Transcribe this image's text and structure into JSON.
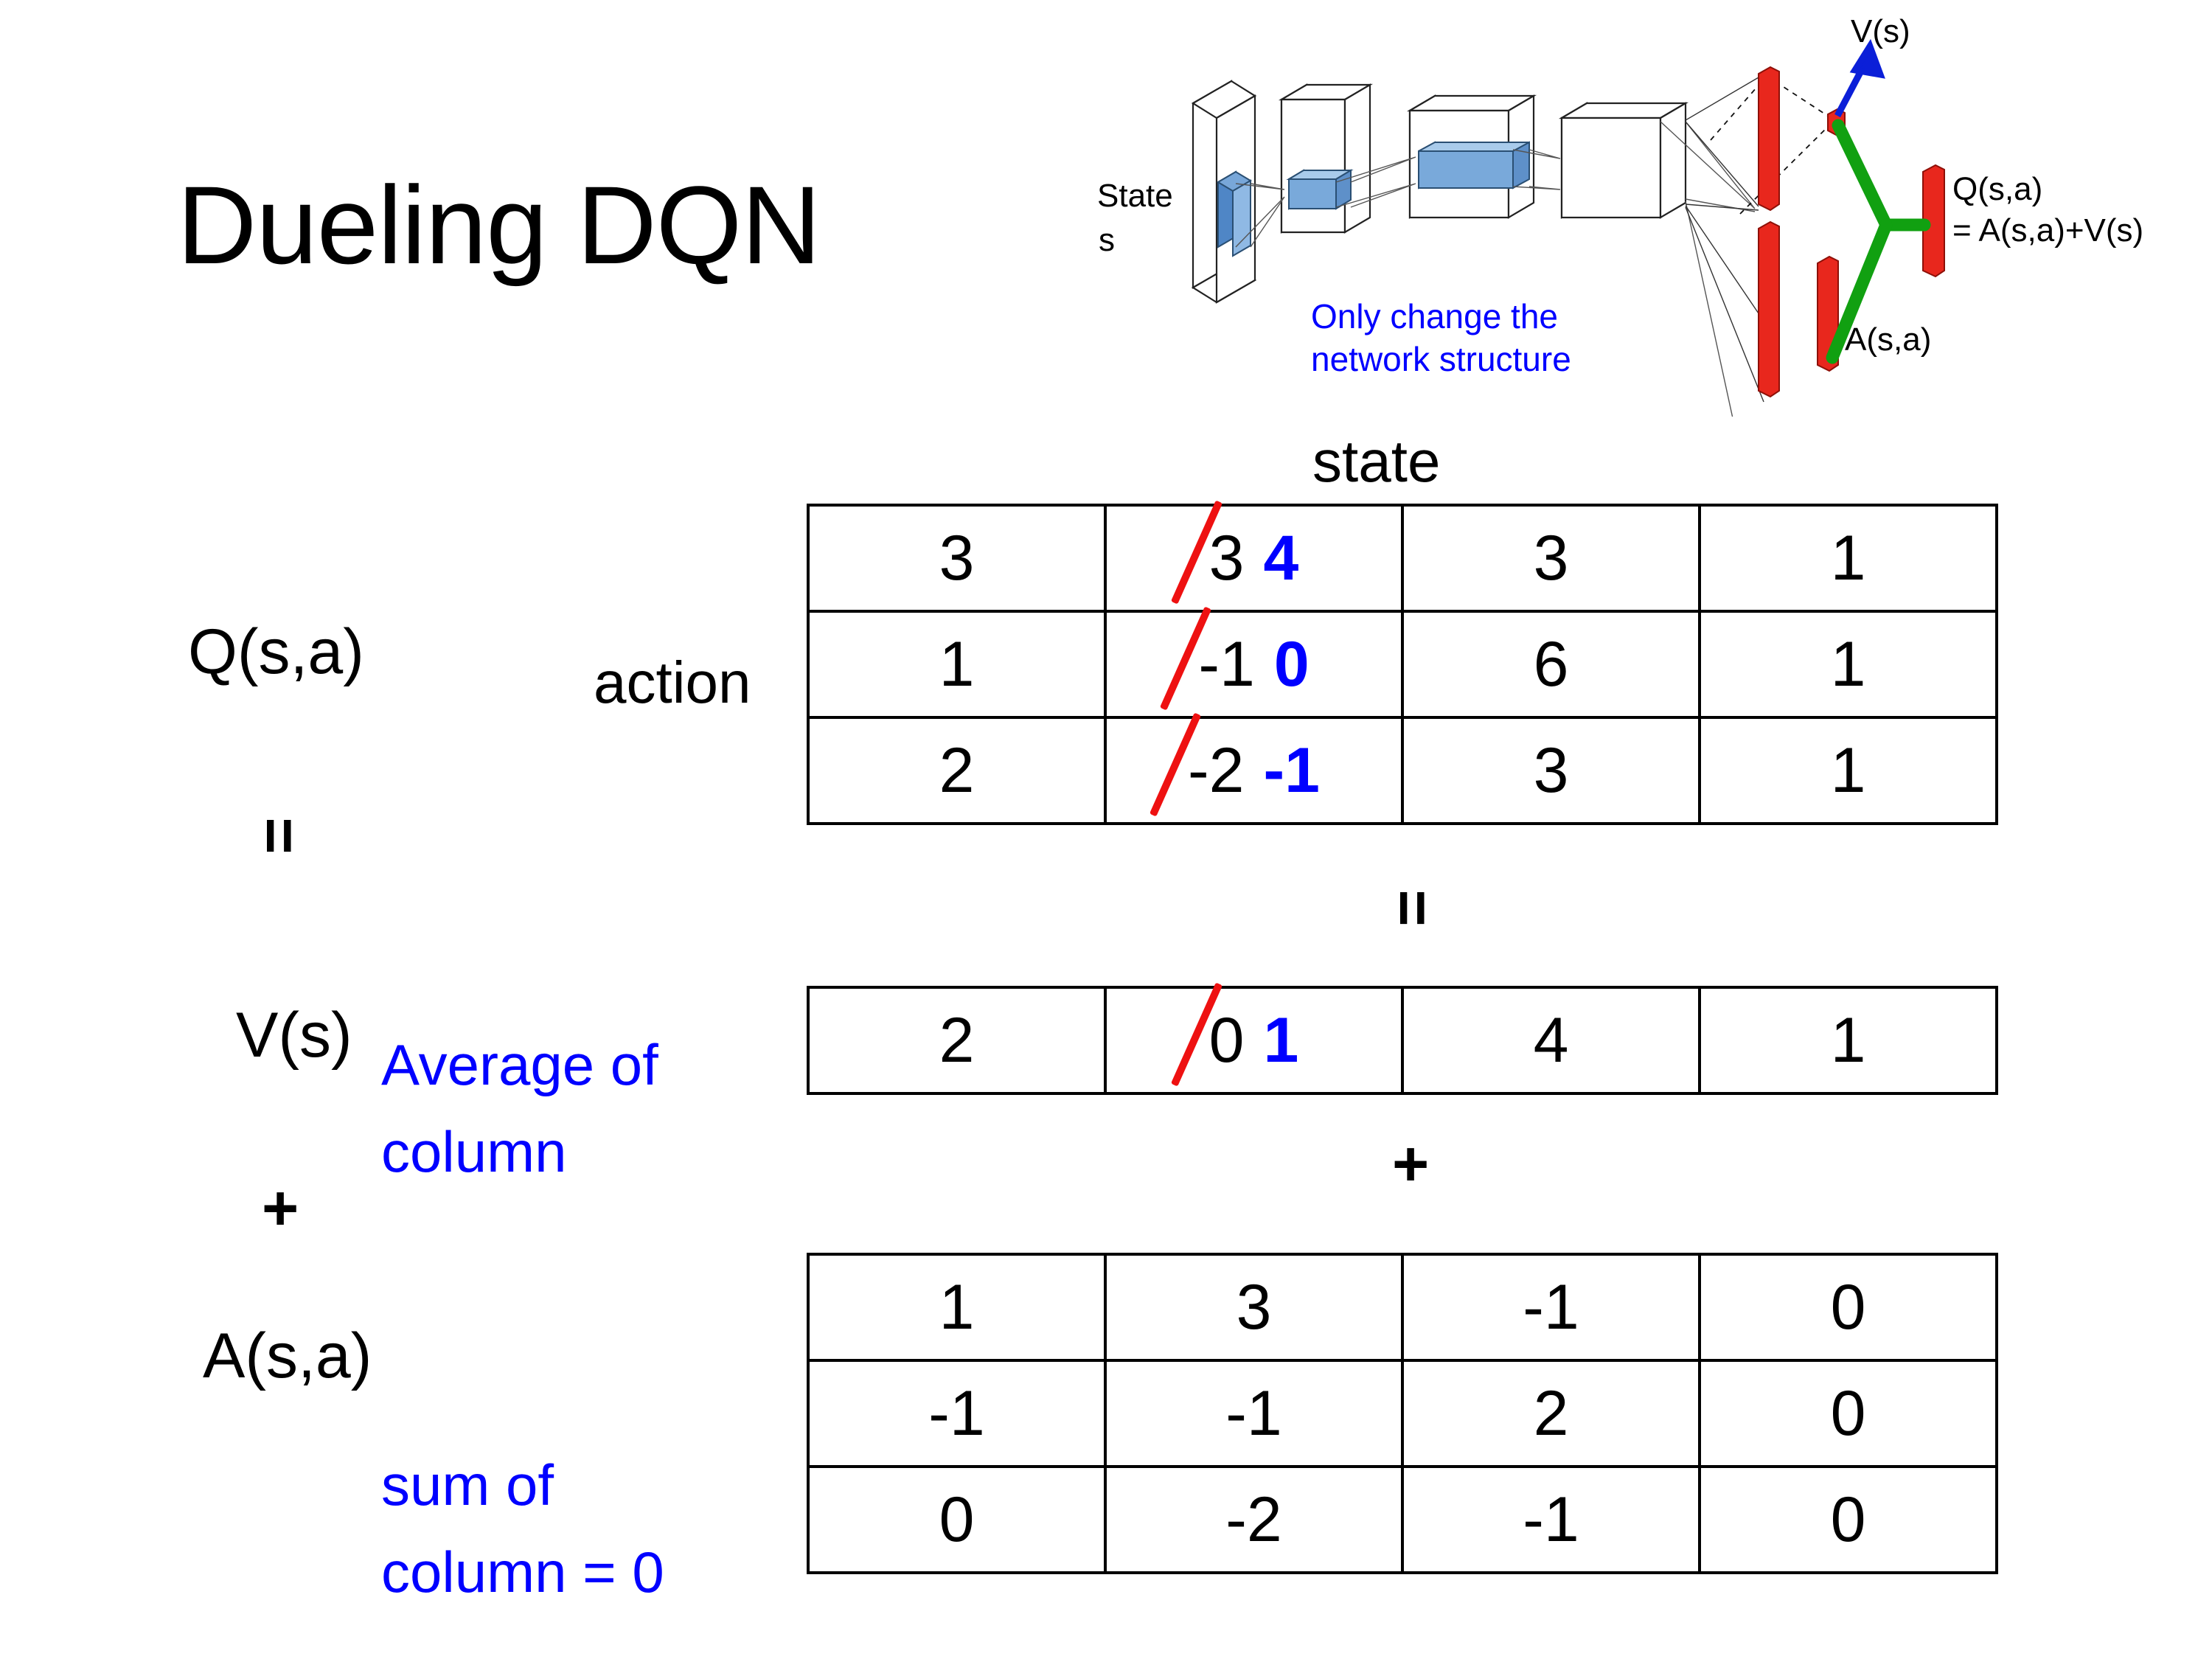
{
  "slide": {
    "title": "Dueling DQN"
  },
  "diagram": {
    "input_label": "State",
    "input_sub": "s",
    "note": "Only change the\nnetwork structure",
    "value_label": "V(s)",
    "advantage_label": "A(s,a)",
    "q_label": "Q(s,a)",
    "q_formula": "= A(s,a)+V(s)",
    "colors": {
      "note": "#0000ff",
      "value_arrow": "#0b1fd8",
      "stream_bar": "#e8271d",
      "combine": "#11a011",
      "conv_block": "#6ba3d6"
    }
  },
  "axes": {
    "state_label": "state",
    "action_label": "action"
  },
  "equation": {
    "q_label": "Q(s,a)",
    "v_label": "V(s)",
    "a_label": "A(s,a)",
    "equals_symbol": "=",
    "plus_symbol": "+"
  },
  "notes": {
    "average_of_column": "Average of\ncolumn",
    "sum_of_column": "sum of\ncolumn = 0",
    "color": "#0000ff"
  },
  "chart_data": {
    "type": "table",
    "title": "Dueling DQN value decomposition Q(s,a) = V(s) + A(s,a)",
    "xlabel": "state",
    "ylabel": "action",
    "edit_colors": {
      "struck": "#ee1111",
      "updated": "#0000ff"
    },
    "tables": [
      {
        "name": "Q(s,a)",
        "rows": 3,
        "cols": 4,
        "cells": [
          [
            {
              "value": "3"
            },
            {
              "value": "3",
              "struck": true,
              "new_value": "4"
            },
            {
              "value": "3"
            },
            {
              "value": "1"
            }
          ],
          [
            {
              "value": "1"
            },
            {
              "value": "-1",
              "struck": true,
              "new_value": "0"
            },
            {
              "value": "6"
            },
            {
              "value": "1"
            }
          ],
          [
            {
              "value": "2"
            },
            {
              "value": "-2",
              "struck": true,
              "new_value": "-1"
            },
            {
              "value": "3"
            },
            {
              "value": "1"
            }
          ]
        ]
      },
      {
        "name": "V(s)",
        "rows": 1,
        "cols": 4,
        "cells": [
          [
            {
              "value": "2"
            },
            {
              "value": "0",
              "struck": true,
              "new_value": "1"
            },
            {
              "value": "4"
            },
            {
              "value": "1"
            }
          ]
        ]
      },
      {
        "name": "A(s,a)",
        "rows": 3,
        "cols": 4,
        "cells": [
          [
            {
              "value": "1"
            },
            {
              "value": "3"
            },
            {
              "value": "-1"
            },
            {
              "value": "0"
            }
          ],
          [
            {
              "value": "-1"
            },
            {
              "value": "-1"
            },
            {
              "value": "2"
            },
            {
              "value": "0"
            }
          ],
          [
            {
              "value": "0"
            },
            {
              "value": "-2"
            },
            {
              "value": "-1"
            },
            {
              "value": "0"
            }
          ]
        ]
      }
    ]
  }
}
